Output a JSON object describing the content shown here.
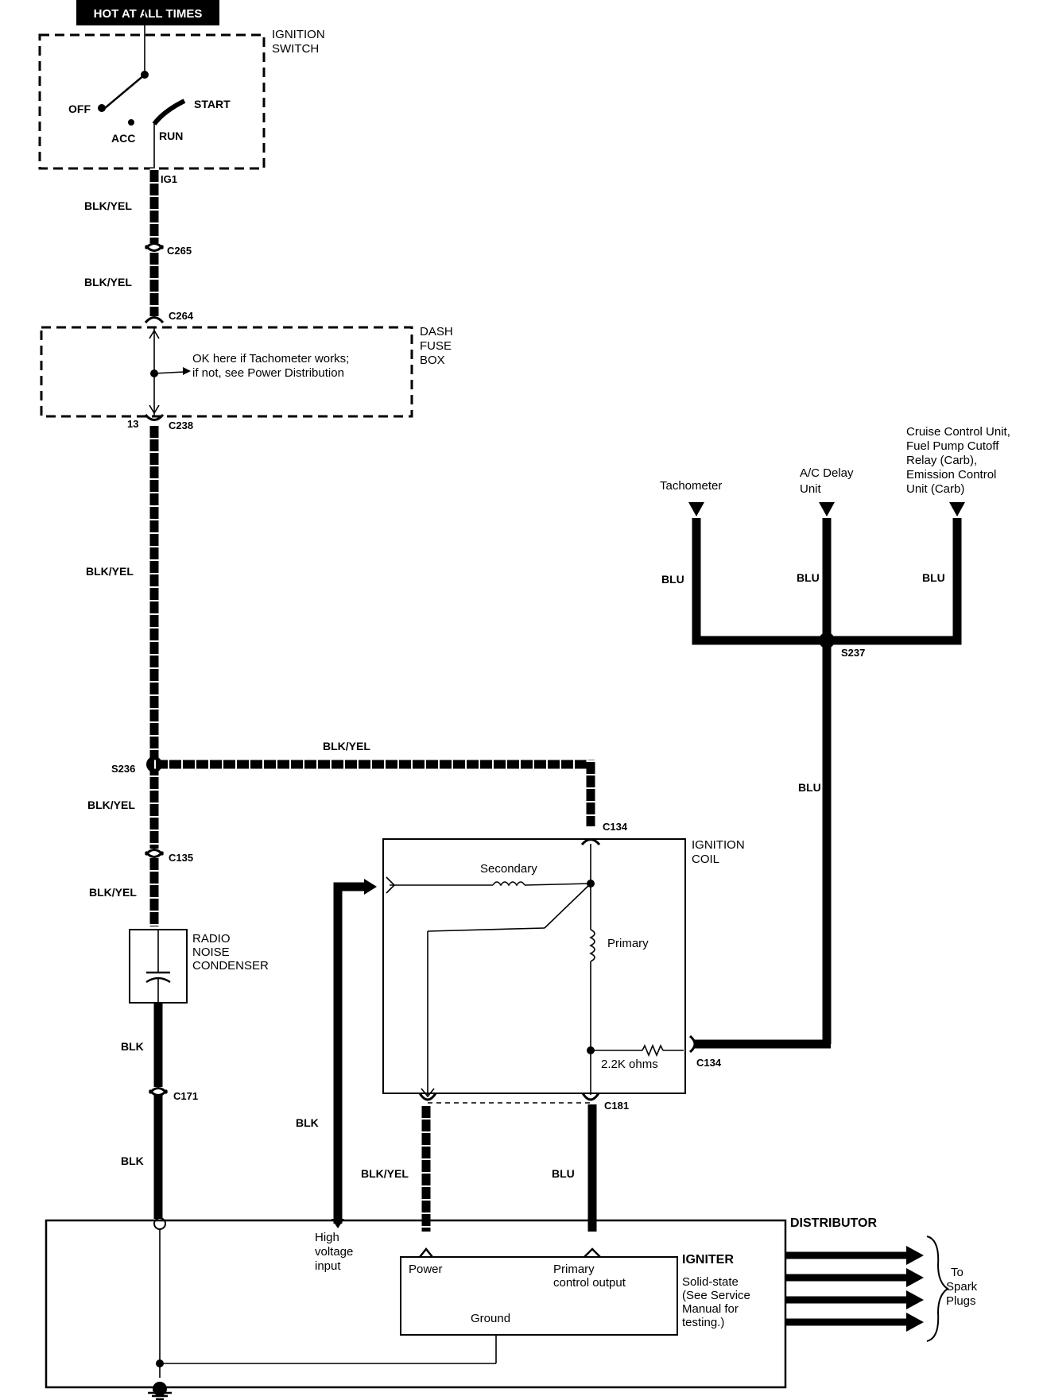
{
  "header": {
    "hot_label": "HOT AT ALL TIMES"
  },
  "ignition_switch": {
    "title_line1": "IGNITION",
    "title_line2": "SWITCH",
    "off": "OFF",
    "start": "START",
    "acc": "ACC",
    "run": "RUN",
    "terminal": "IG1"
  },
  "connectors": {
    "c265": "C265",
    "c264": "C264",
    "c238": "C238",
    "c238_pin": "13",
    "s236": "S236",
    "c135": "C135",
    "c171": "C171",
    "c134_top": "C134",
    "c134_side": "C134",
    "c181": "C181",
    "s237": "S237"
  },
  "wires": {
    "blk_yel_1": "BLK/YEL",
    "blk_yel_2": "BLK/YEL",
    "blk_yel_3": "BLK/YEL",
    "blk_yel_4": "BLK/YEL",
    "blk_yel_5": "BLK/YEL",
    "blk_yel_6": "BLK/YEL",
    "blk_yel_7": "BLK/YEL",
    "blk_1": "BLK",
    "blk_2": "BLK",
    "blk_3": "BLK",
    "blu_1": "BLU",
    "blu_2": "BLU",
    "blu_3": "BLU",
    "blu_4": "BLU",
    "blu_5": "BLU"
  },
  "fuse_box": {
    "title_line1": "DASH",
    "title_line2": "FUSE",
    "title_line3": "BOX",
    "note_line1": "OK here if Tachometer works;",
    "note_line2": "if not, see Power Distribution"
  },
  "condenser": {
    "line1": "RADIO",
    "line2": "NOISE",
    "line3": "CONDENSER"
  },
  "ignition_coil": {
    "title_line1": "IGNITION",
    "title_line2": "COIL",
    "secondary": "Secondary",
    "primary": "Primary",
    "resistor": "2.2K ohms"
  },
  "outputs": {
    "tachometer": "Tachometer",
    "ac_line1": "A/C Delay",
    "ac_line2": "Unit",
    "cruise_line1": "Cruise Control Unit,",
    "cruise_line2": "Fuel Pump Cutoff",
    "cruise_line3": "Relay (Carb),",
    "cruise_line4": "Emission Control",
    "cruise_line5": "Unit (Carb)"
  },
  "distributor": {
    "title": "DISTRIBUTOR",
    "hv_line1": "High",
    "hv_line2": "voltage",
    "hv_line3": "input",
    "spark_line1": "To",
    "spark_line2": "Spark",
    "spark_line3": "Plugs"
  },
  "igniter": {
    "title": "IGNITER",
    "power": "Power",
    "pco_line1": "Primary",
    "pco_line2": "control output",
    "ground": "Ground",
    "note_line1": "Solid-state",
    "note_line2": "(See Service",
    "note_line3": "Manual for",
    "note_line4": "testing.)"
  }
}
